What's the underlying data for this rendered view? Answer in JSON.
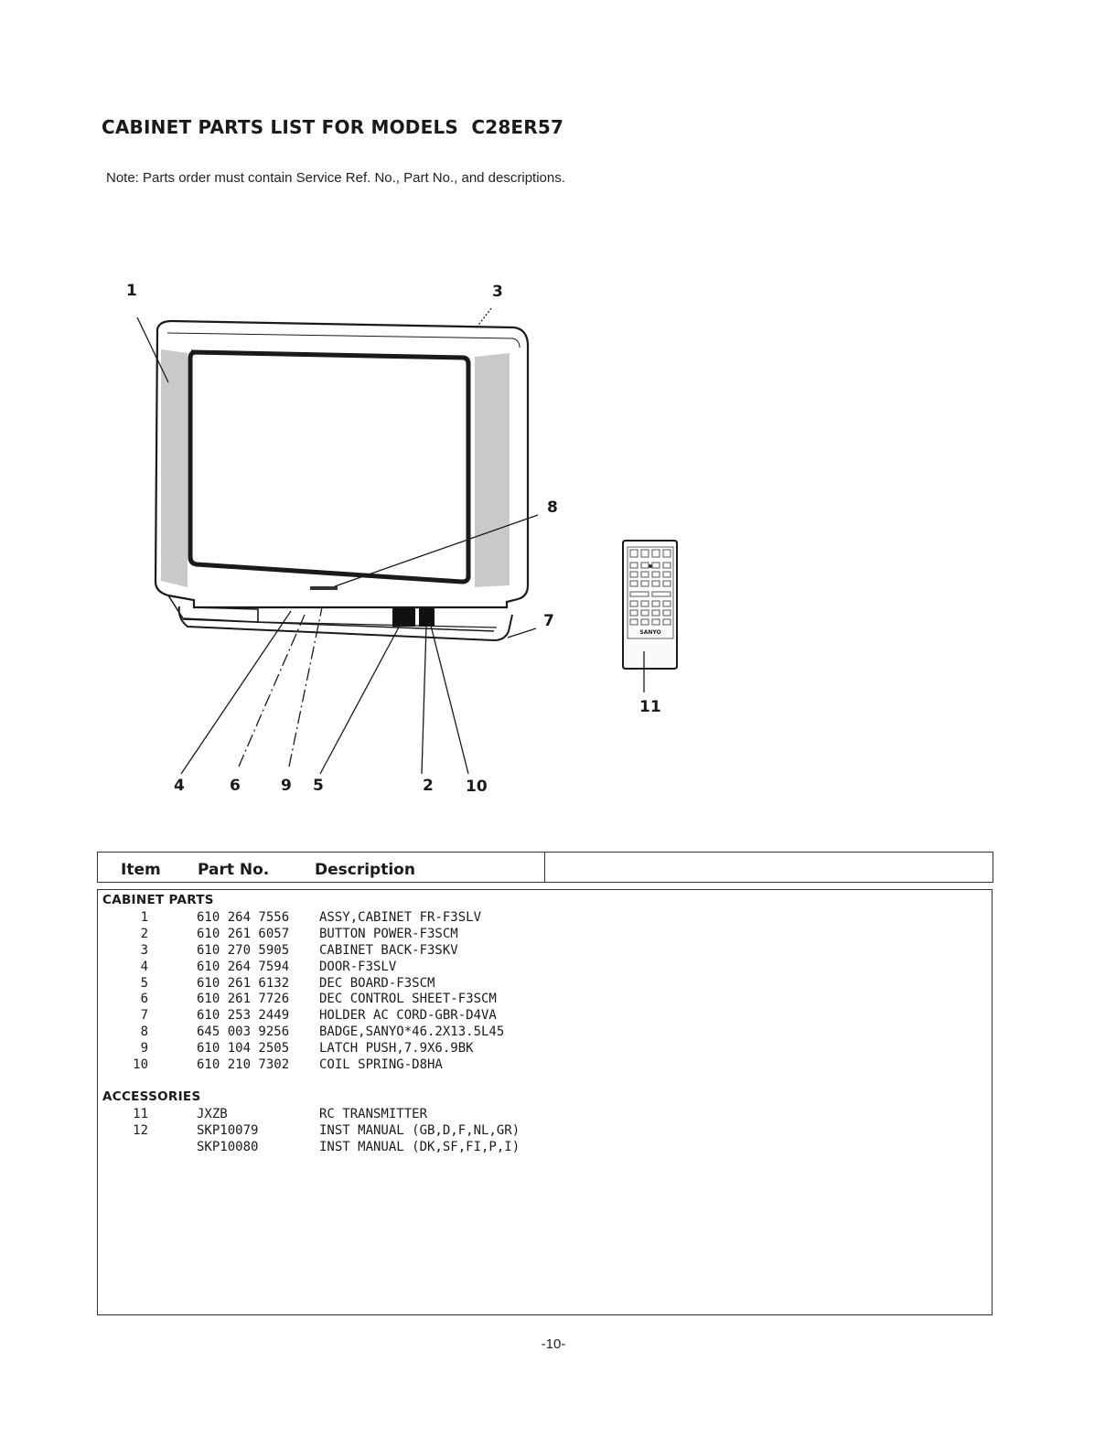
{
  "document": {
    "title": "CABINET PARTS LIST FOR MODELS  C28ER57",
    "note": "Note: Parts order must contain Service Ref. No., Part No., and descriptions.",
    "page_number": "-10-"
  },
  "diagram": {
    "callouts": {
      "c1": "1",
      "c2": "2",
      "c3": "3",
      "c4": "4",
      "c5": "5",
      "c6": "6",
      "c7": "7",
      "c8": "8",
      "c9": "9",
      "c10": "10",
      "c11": "11"
    },
    "remote_brand": "SANYO"
  },
  "table": {
    "headers": {
      "item": "Item",
      "part_no": "Part No.",
      "description": "Description"
    },
    "sections": [
      {
        "label": "CABINET PARTS",
        "rows": [
          {
            "item": "1",
            "part_no": "610 264 7556",
            "description": "ASSY,CABINET FR-F3SLV"
          },
          {
            "item": "2",
            "part_no": "610 261 6057",
            "description": "BUTTON POWER-F3SCM"
          },
          {
            "item": "3",
            "part_no": "610 270 5905",
            "description": "CABINET BACK-F3SKV"
          },
          {
            "item": "4",
            "part_no": "610 264 7594",
            "description": "DOOR-F3SLV"
          },
          {
            "item": "5",
            "part_no": "610 261 6132",
            "description": "DEC BOARD-F3SCM"
          },
          {
            "item": "6",
            "part_no": "610 261 7726",
            "description": "DEC CONTROL SHEET-F3SCM"
          },
          {
            "item": "7",
            "part_no": "610 253 2449",
            "description": "HOLDER AC CORD-GBR-D4VA"
          },
          {
            "item": "8",
            "part_no": "645 003 9256",
            "description": "BADGE,SANYO*46.2X13.5L45"
          },
          {
            "item": "9",
            "part_no": "610 104 2505",
            "description": "LATCH PUSH,7.9X6.9BK"
          },
          {
            "item": "10",
            "part_no": "610 210 7302",
            "description": "COIL SPRING-D8HA"
          }
        ]
      },
      {
        "label": "ACCESSORIES",
        "rows": [
          {
            "item": "11",
            "part_no": "JXZB",
            "description": "RC TRANSMITTER"
          },
          {
            "item": "12",
            "part_no": "SKP10079",
            "description": "INST MANUAL (GB,D,F,NL,GR)"
          },
          {
            "item": "",
            "part_no": "SKP10080",
            "description": "INST MANUAL (DK,SF,FI,P,I)"
          }
        ]
      }
    ]
  }
}
